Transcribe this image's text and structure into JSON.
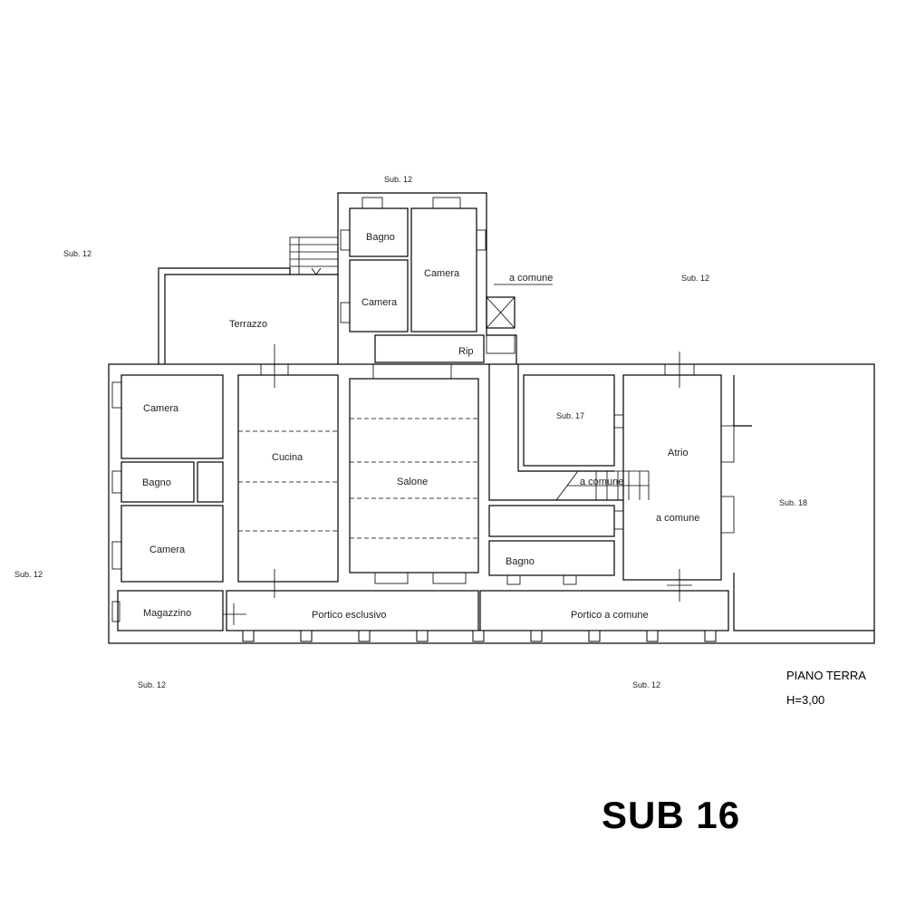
{
  "labels": {
    "sub12_top": "Sub. 12",
    "sub12_left_top": "Sub. 12",
    "sub12_right_top": "Sub. 12",
    "sub12_left": "Sub. 12",
    "sub12_bottom_left": "Sub. 12",
    "sub12_bottom_right": "Sub. 12",
    "sub17": "Sub. 17",
    "sub18": "Sub. 18",
    "bagno_top": "Bagno",
    "camera_top_right": "Camera",
    "camera_top_left": "Camera",
    "a_comune_top": "a comune",
    "terrazzo": "Terrazzo",
    "rip": "Rip",
    "camera_left_1": "Camera",
    "bagno_left": "Bagno",
    "camera_left_2": "Camera",
    "cucina": "Cucina",
    "salone": "Salone",
    "atrio": "Atrio",
    "a_comune_atrio": "a comune",
    "a_comune_stair": "a comune",
    "bagno_center": "Bagno",
    "magazzino": "Magazzino",
    "portico_esclusivo": "Portico esclusivo",
    "portico_comune": "Portico a comune"
  },
  "floor": "PIANO TERRA",
  "height": "H=3,00",
  "sheet_title": "SUB 16"
}
